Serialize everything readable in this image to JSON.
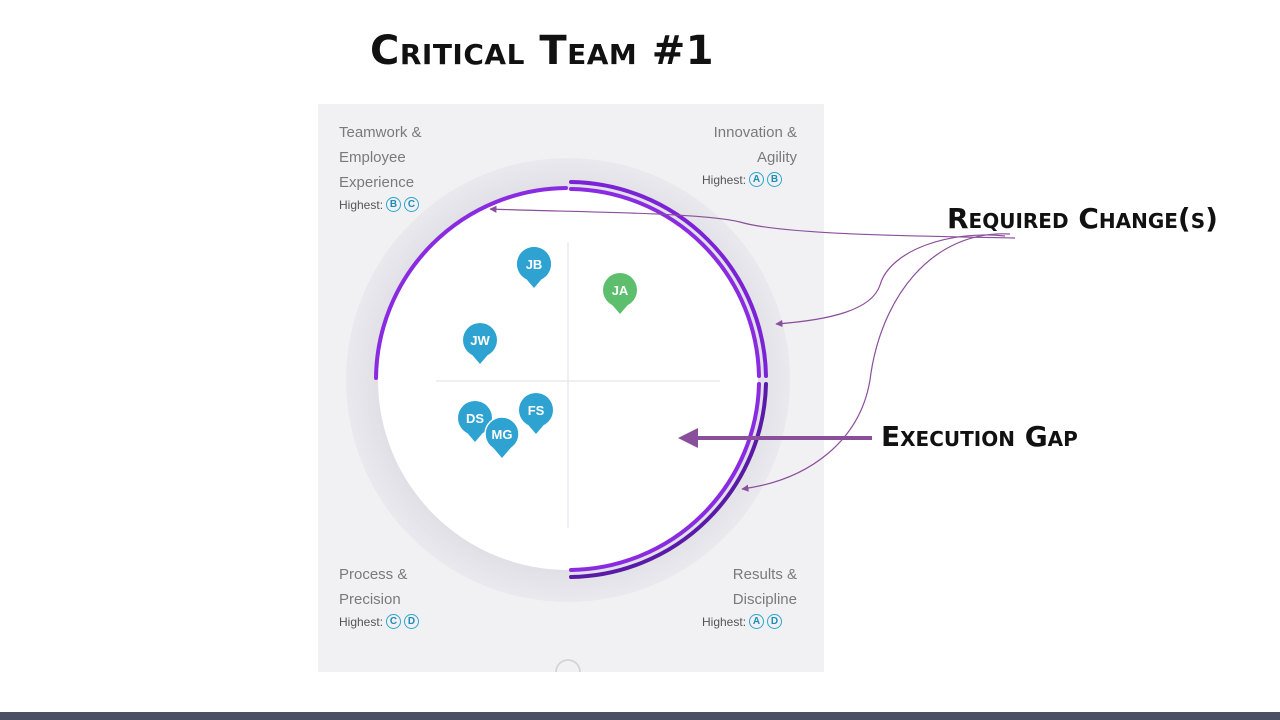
{
  "title": "Critical Team #1",
  "quadrants": {
    "top_left": {
      "label": "Teamwork &\nEmployee\nExperience",
      "highest_label": "Highest:",
      "badges": [
        "B",
        "C"
      ]
    },
    "top_right": {
      "label": "Innovation &\nAgility",
      "highest_label": "Highest:",
      "badges": [
        "A",
        "B"
      ]
    },
    "bottom_left": {
      "label": "Process &\nPrecision",
      "highest_label": "Highest:",
      "badges": [
        "C",
        "D"
      ]
    },
    "bottom_right": {
      "label": "Results &\nDiscipline",
      "highest_label": "Highest:",
      "badges": [
        "A",
        "D"
      ]
    }
  },
  "pins": [
    {
      "initials": "JB",
      "color": "#2ea3d2"
    },
    {
      "initials": "JA",
      "color": "#5dbf6e"
    },
    {
      "initials": "JW",
      "color": "#2ea3d2"
    },
    {
      "initials": "FS",
      "color": "#2ea3d2"
    },
    {
      "initials": "DS",
      "color": "#2ea3d2"
    },
    {
      "initials": "MG",
      "color": "#2ea3d2"
    }
  ],
  "callouts": {
    "required_change": "Required Change(s)",
    "execution_gap": "Execution Gap"
  },
  "colors": {
    "arc_primary": "#8a2be2",
    "arc_secondary": "#5a1aa8",
    "arrow": "#8a4f9a"
  }
}
